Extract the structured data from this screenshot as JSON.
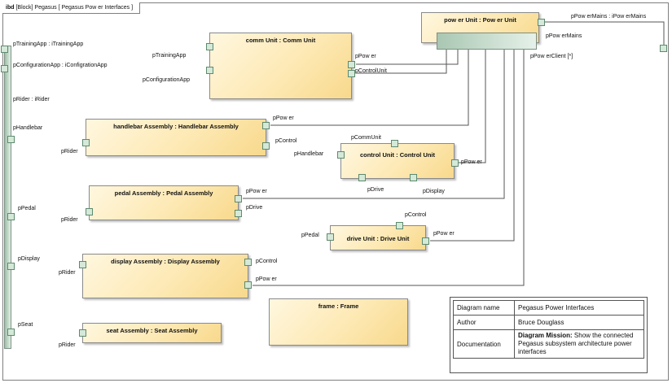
{
  "frame_title": {
    "kind": "ibd",
    "rest": "[Block] Pegasus [ Pegasus Pow er Interfaces ]"
  },
  "blocks": {
    "comm": "comm Unit : Comm Unit",
    "power": "pow er Unit : Pow er Unit",
    "handlebar": "handlebar Assembly : Handlebar Assembly",
    "control": "control Unit : Control Unit",
    "pedal": "pedal Assembly : Pedal Assembly",
    "drive": "drive Unit : Drive Unit",
    "display": "display Assembly : Display Assembly",
    "frame": "frame : Frame",
    "seat": "seat Assembly : Seat Assembly"
  },
  "ports": {
    "pPowerMains_ext": "pPow erMains : iPow erMains",
    "pTrainingApp_ext": "pTrainingApp : iTrainingApp",
    "pConfigurationApp_ext": "pConfigurationApp : iConfigrationApp",
    "pRider_ext": "pRider : iRider",
    "pHandlebar_ext": "pHandlebar",
    "pPedal_ext": "pPedal",
    "pDisplay_ext": "pDisplay",
    "pSeat_ext": "pSeat",
    "comm_pTrainingApp": "pTrainingApp",
    "comm_pConfigurationApp": "pConfigurationApp",
    "comm_pPower": "pPow er",
    "comm_pControlUnit": "pControlUnit",
    "power_pPowerMains": "pPow erMains",
    "power_pPowerClient": "pPow erClient [*]",
    "hb_pPower": "pPow er",
    "hb_pControl": "pControl",
    "hb_pRider": "pRider",
    "cu_pCommUnit": "pCommUnit",
    "cu_pHandlebar": "pHandlebar",
    "cu_pPower": "pPow er",
    "cu_pDrive": "pDrive",
    "cu_pDisplay": "pDisplay",
    "pa_pPower": "pPow er",
    "pa_pDrive": "pDrive",
    "pa_pRider": "pRider",
    "du_pControl": "pControl",
    "du_pPedal": "pPedal",
    "du_pPower": "pPow er",
    "da_pControl": "pControl",
    "da_pPower": "pPow er",
    "da_pRider": "pRider",
    "seat_pRider": "pRider"
  },
  "legend": {
    "rows": [
      {
        "key": "Diagram name",
        "value": "Pegasus Power Interfaces"
      },
      {
        "key": "Author",
        "value": "Bruce Douglass"
      }
    ],
    "doc_key": "Documentation",
    "doc_bold": "Diagram Mission:",
    "doc_text": " Show the connected Pegasus subsystem architecture power interfaces"
  }
}
